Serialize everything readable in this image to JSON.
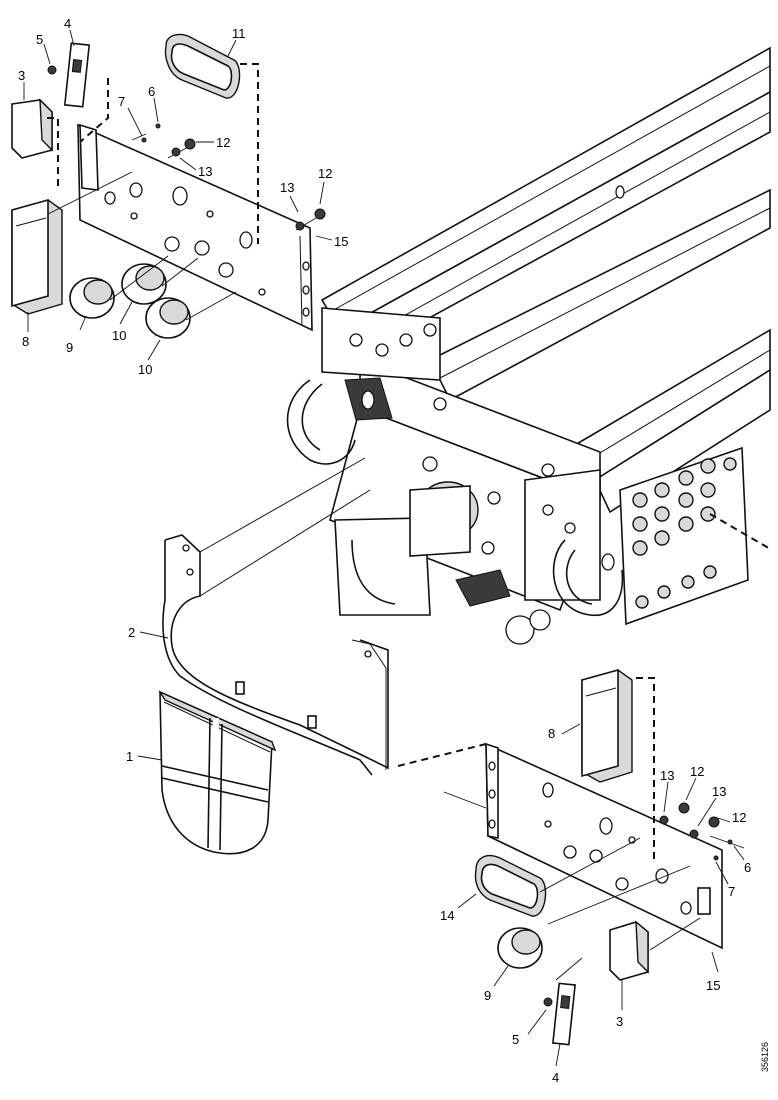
{
  "figure": {
    "document_number": "356126",
    "callouts": [
      "1",
      "2",
      "3",
      "4",
      "5",
      "6",
      "7",
      "8",
      "9",
      "10",
      "11",
      "12",
      "13",
      "14",
      "15"
    ],
    "labels": {
      "c1": "1",
      "c2": "2",
      "c3_top": "3",
      "c4_top": "4",
      "c5_top": "5",
      "c6_top": "6",
      "c7_top": "7",
      "c8_top": "8",
      "c9_top": "9",
      "c10_top_a": "10",
      "c10_top_b": "10",
      "c11": "11",
      "c12_top_a": "12",
      "c12_top_b": "12",
      "c13_top_a": "13",
      "c13_top_b": "13",
      "c15_top": "15",
      "c8_bot": "8",
      "c13_bot_a": "13",
      "c12_bot_a": "12",
      "c13_bot_b": "13",
      "c12_bot_b": "12",
      "c6_bot": "6",
      "c7_bot": "7",
      "c14": "14",
      "c9_bot": "9",
      "c15_bot": "15",
      "c3_bot": "3",
      "c5_bot": "5",
      "c4_bot": "4"
    }
  }
}
